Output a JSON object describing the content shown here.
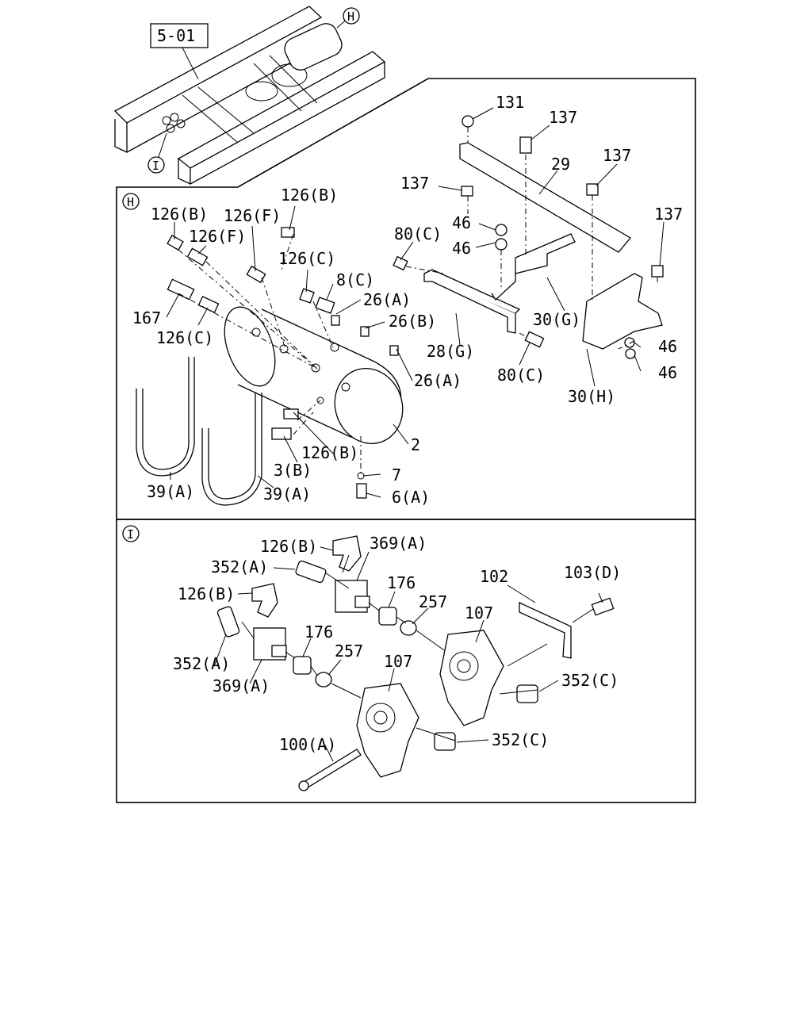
{
  "reference": "5-01",
  "sections": {
    "H": {
      "marker": "H",
      "callouts": [
        {
          "id": "h1",
          "text": "126(B)"
        },
        {
          "id": "h2",
          "text": "126(B)"
        },
        {
          "id": "h3",
          "text": "126(F)"
        },
        {
          "id": "h4",
          "text": "126(F)"
        },
        {
          "id": "h5",
          "text": "126(C)"
        },
        {
          "id": "h6",
          "text": "8(C)"
        },
        {
          "id": "h7",
          "text": "26(A)"
        },
        {
          "id": "h8",
          "text": "26(B)"
        },
        {
          "id": "h9",
          "text": "167"
        },
        {
          "id": "h10",
          "text": "126(C)"
        },
        {
          "id": "h11",
          "text": "26(A)"
        },
        {
          "id": "h12",
          "text": "2"
        },
        {
          "id": "h13",
          "text": "126(B)"
        },
        {
          "id": "h14",
          "text": "3(B)"
        },
        {
          "id": "h15",
          "text": "7"
        },
        {
          "id": "h16",
          "text": "6(A)"
        },
        {
          "id": "h17",
          "text": "39(A)"
        },
        {
          "id": "h18",
          "text": "39(A)"
        }
      ]
    },
    "bracket": {
      "callouts": [
        {
          "id": "b1",
          "text": "131"
        },
        {
          "id": "b2",
          "text": "137"
        },
        {
          "id": "b3",
          "text": "137"
        },
        {
          "id": "b4",
          "text": "137"
        },
        {
          "id": "b5",
          "text": "29"
        },
        {
          "id": "b6",
          "text": "137"
        },
        {
          "id": "b7",
          "text": "46"
        },
        {
          "id": "b8",
          "text": "46"
        },
        {
          "id": "b9",
          "text": "80(C)"
        },
        {
          "id": "b10",
          "text": "30(G)"
        },
        {
          "id": "b11",
          "text": "28(G)"
        },
        {
          "id": "b12",
          "text": "80(C)"
        },
        {
          "id": "b13",
          "text": "46"
        },
        {
          "id": "b14",
          "text": "46"
        },
        {
          "id": "b15",
          "text": "30(H)"
        }
      ]
    },
    "I": {
      "marker": "I",
      "callouts": [
        {
          "id": "i1",
          "text": "126(B)"
        },
        {
          "id": "i2",
          "text": "369(A)"
        },
        {
          "id": "i3",
          "text": "352(A)"
        },
        {
          "id": "i4",
          "text": "126(B)"
        },
        {
          "id": "i5",
          "text": "176"
        },
        {
          "id": "i6",
          "text": "257"
        },
        {
          "id": "i7",
          "text": "102"
        },
        {
          "id": "i8",
          "text": "103(D)"
        },
        {
          "id": "i9",
          "text": "107"
        },
        {
          "id": "i10",
          "text": "176"
        },
        {
          "id": "i11",
          "text": "257"
        },
        {
          "id": "i12",
          "text": "107"
        },
        {
          "id": "i13",
          "text": "352(A)"
        },
        {
          "id": "i14",
          "text": "369(A)"
        },
        {
          "id": "i15",
          "text": "352(C)"
        },
        {
          "id": "i16",
          "text": "352(C)"
        },
        {
          "id": "i17",
          "text": "100(A)"
        }
      ]
    }
  },
  "overview": {
    "marker_h": "H",
    "marker_i": "I"
  }
}
